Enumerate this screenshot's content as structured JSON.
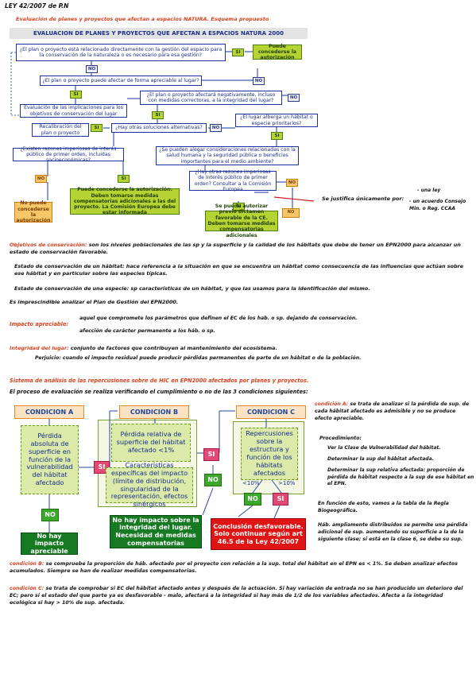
{
  "header": {
    "law": "LEY 42/2007 de P.N",
    "subtitle": "Evaluación de planes y proyectos que afectan a espacios NATURA. Esquema propuesto",
    "title": "EVALUACION DE PLANES Y PROYECTOS QUE AFECTAN A ESPACIOS NATURA 2000"
  },
  "flow": {
    "q1": "¿El plan o proyecto está relacionado directamente con la gestión del espacio para la conservación de la naturaleza o es necesario para esa gestión?",
    "r1": "Puede concederse la autorización",
    "q2": "¿El plan o proyecto puede afectar de forma apreciable al lugar?",
    "q3": "¿El plan o proyecto afectará negativamente, incluso con medidas correctoras, a la integridad del lugar?",
    "eval": "Evaluación de las implicaciones para los objetivos de conservación del lugar",
    "recal": "Recalibración del plan o proyecto",
    "q4": "¿Hay otras soluciones alternativas?",
    "q5": "¿El lugar alberga un hábitat o especie prioritarios?",
    "q6": "¿Existen razones imperiosas de interés público de primer orden, incluidas socioeconómicas?",
    "q7": "¿Se pueden alegar consideraciones relacionadas con la salud humana y la seguridad pública o beneficios importantes para el medio ambiente?",
    "q8": "¿Hay otras razones imperiosas de interés público de primer orden? Consultar a la Comisión Europea",
    "r2": "No puede concederse la autorización",
    "r3": "Puede concederse la autorización. Deben tomarse medidas compensatorias adicionales a las del proyecto. La Comisión Europea debe estar informada",
    "r4": "Se puede autorizar previo dictamen favorable de la CE. Deben tomarse medidas compensatorias adicionales",
    "si": "SI",
    "no": "NO"
  },
  "notes": {
    "side_right1": "Se justifica únicamente por:",
    "side_right2": "- una ley",
    "side_right3": "- un acuerdo Consejo Min. o Reg. CCAA",
    "obj_label": "Objetivos de conservación:",
    "obj_text": " son los niveles poblacionales de las sp y la superficie y la calidad de los hábitats que debe de tener un EPN2000 para alcanzar un estado de conservación favorable.",
    "estado_hab_label": "Estado de conservación de un hábitat:",
    "estado_hab_text": " hace referencia a la situación en que se encuentra un hábitat como consecuencia de las influencias que actúan sobre ese hábitat y en particular sobre las especies típicas.",
    "estado_sp_label": "Estado de conservación de una especie:",
    "estado_sp_text": " sp características de un hábitat, y que las usamos para la identificación del mismo.",
    "imprecis": "Es imprescindible analizar el Plan de Gestión del EPN2000.",
    "impacto_label": "Impacto apreciable:",
    "impacto_text1": "aquel que compromete los parámetros que definen el EC de los hab. o sp. dejando de conservación.",
    "impacto_text2": "afección de carácter permanente a los háb. o sp.",
    "integridad_label": "Integridad del lugar:",
    "integridad_text": " conjunto de factores que contribuyen al mantenimiento del ecosistema.",
    "perjuicio": "Perjuicio: cuando el impacto residual puede producir pérdidas permanentes de parte de un hábitat o de la población.",
    "sistema_title": "Sistema de análisis de las repercusiones sobre de HIC en EPN2000 afectados por planes y proyectos.",
    "sistema_text": "El proceso de evaluación se realiza verificando el cumplimiento o no de las 3 condiciones siguientes:"
  },
  "conditions": {
    "a_title": "CONDICION A",
    "b_title": "CONDICION B",
    "c_title": "CONDICION C",
    "a_text": "Pérdida absoluta de superficie en función de la vulnerabilidad del hábitat afectado",
    "b_text1": "Pérdida relativa de superficie del hábitat afectado <1%",
    "b_text2": "Características específicas del impacto (límite de distribución, singularidad de la representación, efectos sinérgicos",
    "c_text": "Repercusiones sobre la estructura y función de los hábitats afectados",
    "lt10": "<10%",
    "gt10": ">10%",
    "res1": "No hay impacto apreciable",
    "res2": "No hay impacto sobre la integridad del lugar. Necesidad de medidas compensatorias",
    "res3": "Conclusión desfavorable. Solo continuar según art 46.5 de la Ley 42/2007"
  },
  "right_notes": {
    "label": "condición A:",
    "text1": " se trata de analizar si la pérdida de sup. de cada hábitat afectado es admisible y no se produce efecto apreciable.",
    "proc": "Procedimiento:",
    "p1": "Ver la Clase de Vulnerabilidad del hábitat.",
    "p2": "Determinar la sup del hábitat afectada.",
    "p3": "Determinar la sup relativa afectada: proporción de pérdida de hábitat respecto a la sup de ese hábitat en el EPN.",
    "t2": "En función de esto, vamos a la tabla de la Regla Biogeográfica.",
    "t3": "Háb. ampliamente distribuidos se permite una pérdida adicional de sup. aumentando su superficie a la de la siguiente clase; si está en la clase 6, se debe su sup."
  },
  "footer": {
    "condb_label": "condición B:",
    "condb_text": " se compruebe la proporción de háb. afectado por el proyecto con relación a la sup. total del hábitat en el EPN es < 1%. Se deben analizar efectos acumulados. Siempre se han de realizar medidas compensatorias.",
    "condc_label": "condición C:",
    "condc_text": " se trata de comprobar si EC del hábitat afectado antes y después de la actuación. Si hay variación de entrada no se han producido un deterioro del EC; pero si el estado del que parte ya es desfavorable - malo, afectará a la integridad si hay más de 1/2 de los variables afectados. Afecta a la integridad ecológica si hay > 10% de sup. afectada."
  }
}
